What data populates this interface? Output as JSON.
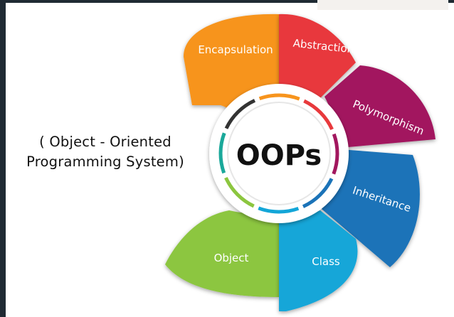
{
  "center_title": "OOPs",
  "subtitle": {
    "line1": "( Object - Oriented",
    "line2": "Programming System)"
  },
  "segments": [
    {
      "label": "Encapsulation",
      "color": "#f7941d"
    },
    {
      "label": "Abstraction",
      "color": "#e8393c"
    },
    {
      "label": "Polymorphism",
      "color": "#a2175e"
    },
    {
      "label": "Inheritance",
      "color": "#1b73b8"
    },
    {
      "label": "Class",
      "color": "#13a6d8"
    },
    {
      "label": "Object",
      "color": "#8cc63f"
    }
  ],
  "ring_colors": [
    "#f7941d",
    "#e8393c",
    "#a2175e",
    "#1b73b8",
    "#13a6d8",
    "#8cc63f",
    "#1aa89a",
    "#333333"
  ]
}
